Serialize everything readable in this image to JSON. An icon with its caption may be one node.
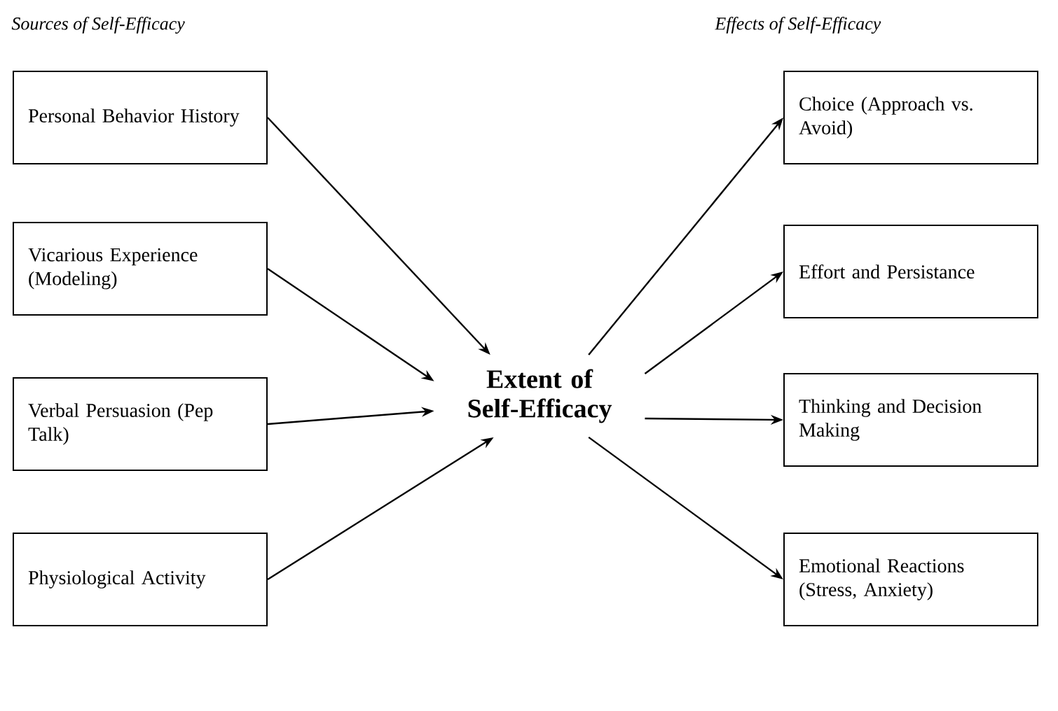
{
  "diagram": {
    "nodes": [
      {
        "text": [
          "Personal Behavior History"
        ]
      },
      {
        "text": [
          "Vicarious Experience (Modeling)"
        ]
      },
      {
        "text": [
          "Verbal Persuasion (Pep Talk)"
        ]
      },
      {
        "text": [
          "Physiological Activity"
        ]
      },
      {
        "text": [
          "Extent of Self-Efficacy"
        ]
      },
      {
        "text": [
          "Choice (Approach vs. Avoid)"
        ]
      },
      {
        "text": [
          "Effort and Persistance"
        ]
      },
      {
        "text": [
          "Thinking and Decision Making"
        ]
      },
      {
        "text": [
          "Emotional Reactions (Stress, Anxiety)"
        ]
      }
    ],
    "edges": [
      {
        "from": 0,
        "to": 4,
        "arrow": "to"
      },
      {
        "from": 1,
        "to": 4,
        "arrow": "to"
      },
      {
        "from": 2,
        "to": 4,
        "arrow": "to"
      },
      {
        "from": 3,
        "to": 4,
        "arrow": "to"
      },
      {
        "from": 4,
        "to": 5,
        "arrow": "to"
      },
      {
        "from": 4,
        "to": 6,
        "arrow": "to"
      },
      {
        "from": 4,
        "to": 7,
        "arrow": "to"
      },
      {
        "from": 4,
        "to": 8,
        "arrow": "to"
      }
    ],
    "labels": [
      "Sources of Self-Efficacy",
      "Effects of Self-Efficacy"
    ]
  }
}
